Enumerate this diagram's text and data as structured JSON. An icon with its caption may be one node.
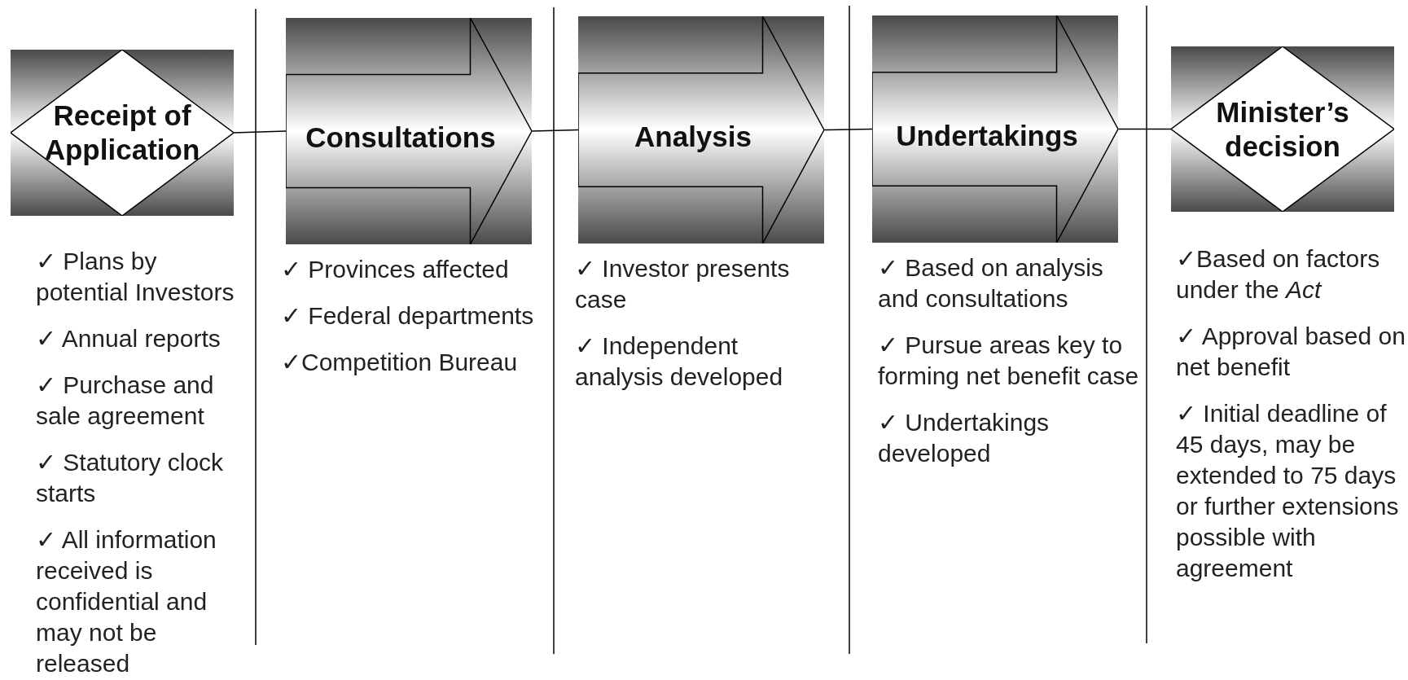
{
  "diagram": {
    "nodes": [
      {
        "text": [
          "Receipt of Application"
        ],
        "beside": [
          "✓ Plans by potential Investors",
          "✓ Annual reports",
          "✓ Purchase and sale agreement",
          "✓ Statutory clock starts",
          "✓ All information received is confidential and may not be released"
        ]
      },
      {
        "text": [
          "Consultations"
        ],
        "beside": [
          "✓ Provinces affected",
          "✓ Federal departments",
          "✓Competition Bureau"
        ]
      },
      {
        "text": [
          "Analysis"
        ],
        "beside": [
          "✓ Investor presents case",
          "✓ Independent analysis developed"
        ]
      },
      {
        "text": [
          "Undertakings"
        ],
        "beside": [
          "✓ Based on analysis and consultations",
          "✓ Pursue areas key to forming net benefit case",
          "✓ Undertakings developed"
        ]
      },
      {
        "text": [
          "Minister’s decision"
        ],
        "beside": [
          "✓Based on factors under the *Act*",
          "✓ Approval based on net benefit",
          "✓ Initial deadline of 45 days, may be extended to 75 days or further extensions possible with agreement"
        ]
      }
    ],
    "edges": [
      {
        "from": 0,
        "to": 1,
        "arrow": "none"
      },
      {
        "from": 1,
        "to": 2,
        "arrow": "none"
      },
      {
        "from": 2,
        "to": 3,
        "arrow": "none"
      },
      {
        "from": 3,
        "to": 4,
        "arrow": "none"
      }
    ]
  }
}
